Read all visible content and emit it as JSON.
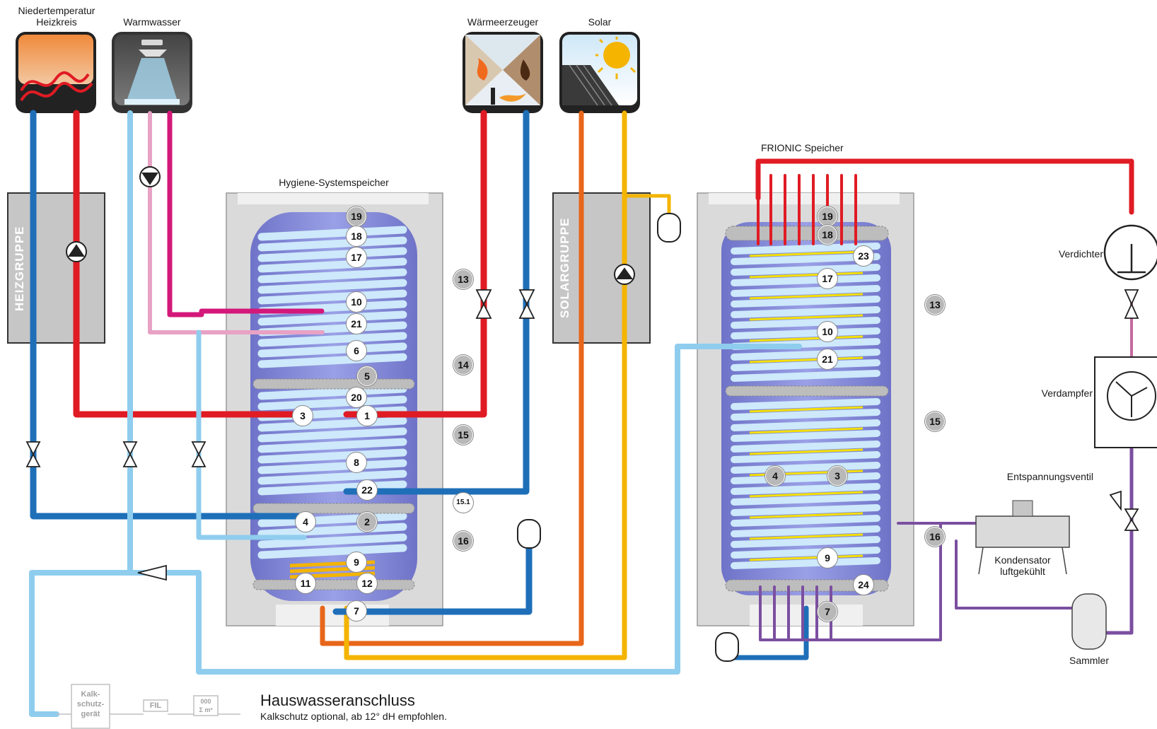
{
  "top_icons": {
    "heating_circuit": "Niedertemperatur\nHeizkreis",
    "hot_water": "Warmwasser",
    "heat_generator": "Wärmeerzeuger",
    "solar": "Solar"
  },
  "groups": {
    "heating_group": "HEIZGRUPPE",
    "solar_group": "SOLARGRUPPE"
  },
  "tanks": {
    "hygiene": "Hygiene-Systemspeicher",
    "frionic": "FRIONIC Speicher"
  },
  "components": {
    "compressor": "Verdichter",
    "evaporator": "Verdampfer",
    "expansion_valve": "Entspannungsventil",
    "condenser": "Kondensator\nluftgekühlt",
    "collector": "Sammler"
  },
  "water_connection": {
    "title": "Hauswasseranschluss",
    "note": "Kalkschutz optional, ab 12° dH empfohlen.",
    "lime_device": "Kalk-\nschutz-\ngerät",
    "filter": "FIL",
    "meter_top": "000",
    "meter_bottom": "Σ m³"
  },
  "markers_left": {
    "m19": "19",
    "m18": "18",
    "m17": "17",
    "m13": "13",
    "m10": "10",
    "m21": "21",
    "m6": "6",
    "m14": "14",
    "m5": "5",
    "m20": "20",
    "m3": "3",
    "m1": "1",
    "m15": "15",
    "m8": "8",
    "m22": "22",
    "m151": "15.1",
    "m4": "4",
    "m2": "2",
    "m16": "16",
    "m9": "9",
    "m11": "11",
    "m12": "12",
    "m7": "7"
  },
  "markers_right": {
    "m19": "19",
    "m18": "18",
    "m23": "23",
    "m17": "17",
    "m13": "13",
    "m10": "10",
    "m21": "21",
    "m15": "15",
    "m4": "4",
    "m3": "3",
    "m16": "16",
    "m9": "9",
    "m24": "24",
    "m7": "7"
  },
  "colors": {
    "hot_red": "#e01b24",
    "cold_blue": "#1e6fb8",
    "light_blue": "#8fcdee",
    "magenta": "#d4187a",
    "pink": "#e8a2c4",
    "orange": "#e8661a",
    "yellow": "#f4b400",
    "purple": "#7b4fa0",
    "tank_purple": "#7b7fd0",
    "coil_light": "#cde9fb",
    "housing_grey": "#dadada",
    "group_grey": "#c6c6c6"
  }
}
